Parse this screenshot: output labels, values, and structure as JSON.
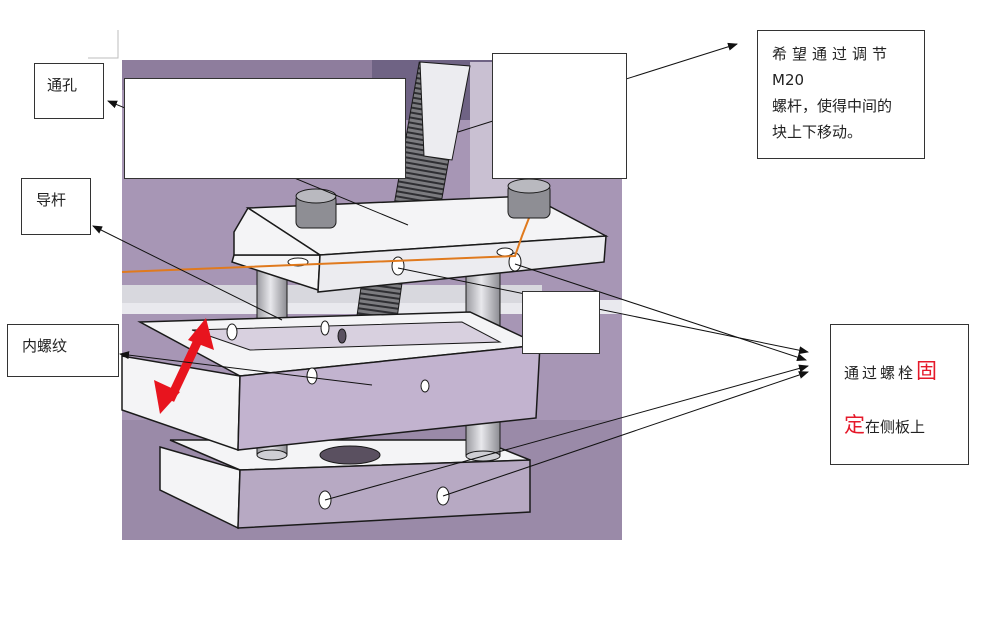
{
  "labels": {
    "through_hole": "通孔",
    "guide_rod": "导杆",
    "internal_thread": "内螺纹",
    "adjust_note": {
      "line1": "希望通过调节",
      "line2": "M20",
      "line3": "螺杆，使得中间的",
      "line4": "块上下移动。"
    },
    "bolt_note": {
      "prefix": "通过螺栓",
      "red1": "固",
      "red2": "定",
      "suffix": "在侧板上"
    }
  },
  "colors": {
    "plate_purple": "#b7a9c3",
    "plate_white": "#f4f4f6",
    "outline": "#1a1a1a",
    "double_arrow": "#e8141e",
    "orange_line": "#e07a1e",
    "red_text": "#e5192a"
  }
}
